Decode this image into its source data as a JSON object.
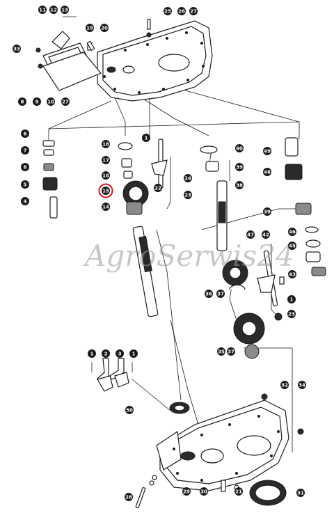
{
  "watermark": "AgroSerwis24",
  "highlighted_part": "15",
  "highlight_color": "#e01010",
  "callouts": [
    {
      "id": "c11",
      "label": "11"
    },
    {
      "id": "c12",
      "label": "12"
    },
    {
      "id": "c13",
      "label": "13"
    },
    {
      "id": "c25",
      "label": "25"
    },
    {
      "id": "c26",
      "label": "26"
    },
    {
      "id": "c27",
      "label": "27"
    },
    {
      "id": "c19",
      "label": "19"
    },
    {
      "id": "c20",
      "label": "20"
    },
    {
      "id": "c33",
      "label": "33"
    },
    {
      "id": "c8",
      "label": "8"
    },
    {
      "id": "c9",
      "label": "9"
    },
    {
      "id": "c10",
      "label": "10"
    },
    {
      "id": "c27b",
      "label": "27"
    },
    {
      "id": "c6a",
      "label": "6"
    },
    {
      "id": "c7",
      "label": "7"
    },
    {
      "id": "c6b",
      "label": "6"
    },
    {
      "id": "c5",
      "label": "5"
    },
    {
      "id": "c4",
      "label": "4"
    },
    {
      "id": "c18",
      "label": "18"
    },
    {
      "id": "c17",
      "label": "17"
    },
    {
      "id": "c16",
      "label": "16"
    },
    {
      "id": "c15",
      "label": "15"
    },
    {
      "id": "c14",
      "label": "14"
    },
    {
      "id": "c1a",
      "label": "1"
    },
    {
      "id": "c22",
      "label": "22"
    },
    {
      "id": "c24",
      "label": "24"
    },
    {
      "id": "c23",
      "label": "23"
    },
    {
      "id": "c40",
      "label": "40"
    },
    {
      "id": "c39a",
      "label": "39"
    },
    {
      "id": "c38",
      "label": "38"
    },
    {
      "id": "c49",
      "label": "49"
    },
    {
      "id": "c48",
      "label": "48"
    },
    {
      "id": "c39b",
      "label": "39"
    },
    {
      "id": "c46",
      "label": "46"
    },
    {
      "id": "c45",
      "label": "45"
    },
    {
      "id": "c43",
      "label": "43"
    },
    {
      "id": "c47",
      "label": "47"
    },
    {
      "id": "c42",
      "label": "42"
    },
    {
      "id": "c1b",
      "label": "1"
    },
    {
      "id": "c36",
      "label": "36"
    },
    {
      "id": "c37a",
      "label": "37"
    },
    {
      "id": "c23b",
      "label": "23"
    },
    {
      "id": "c35",
      "label": "35"
    },
    {
      "id": "c37b",
      "label": "37"
    },
    {
      "id": "c1c",
      "label": "1"
    },
    {
      "id": "c2",
      "label": "2"
    },
    {
      "id": "c3",
      "label": "3"
    },
    {
      "id": "c1d",
      "label": "1"
    },
    {
      "id": "c32",
      "label": "32"
    },
    {
      "id": "c34",
      "label": "34"
    },
    {
      "id": "c50",
      "label": "50"
    },
    {
      "id": "c28",
      "label": "28"
    },
    {
      "id": "c29",
      "label": "29"
    },
    {
      "id": "c30",
      "label": "30"
    },
    {
      "id": "c21",
      "label": "21"
    },
    {
      "id": "c31",
      "label": "31"
    }
  ]
}
